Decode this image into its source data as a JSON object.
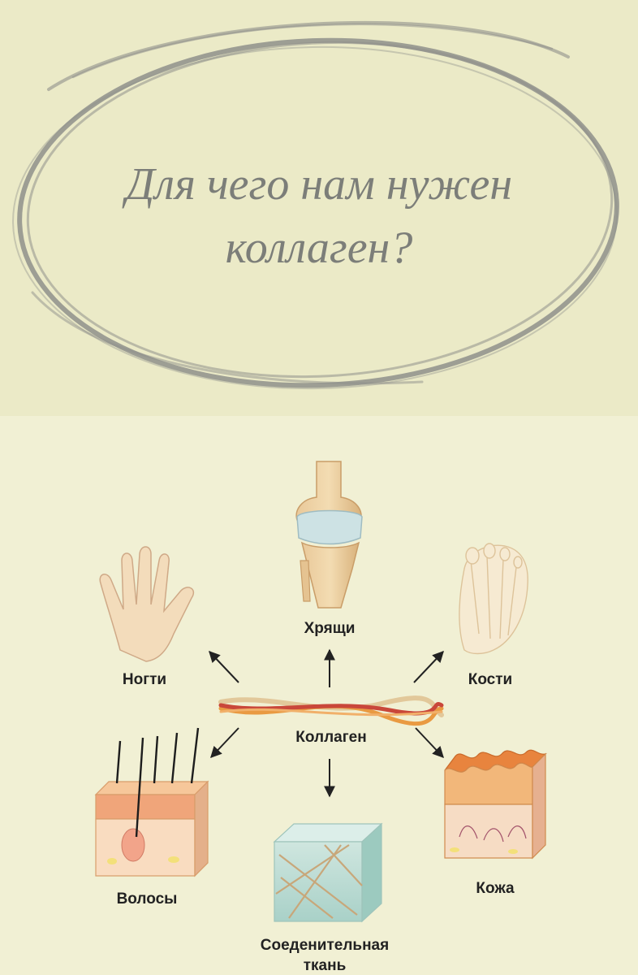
{
  "title": {
    "line1": "Для чего нам нужен",
    "line2": "коллаген?"
  },
  "diagram": {
    "center": "Коллаген",
    "cartilage": "Хрящи",
    "nails": "Ногти",
    "bones": "Кости",
    "hair": "Волосы",
    "connective_tissue_line1": "Соеденительная",
    "connective_tissue_line2": "ткань",
    "skin": "Кожа"
  },
  "colors": {
    "background": "#ebeac7",
    "oval_stroke": "#8f908b",
    "title_text": "#7c7e79",
    "collagen_red": "#c9473a",
    "collagen_orange": "#e99a42",
    "collagen_tan": "#e2c89a"
  }
}
